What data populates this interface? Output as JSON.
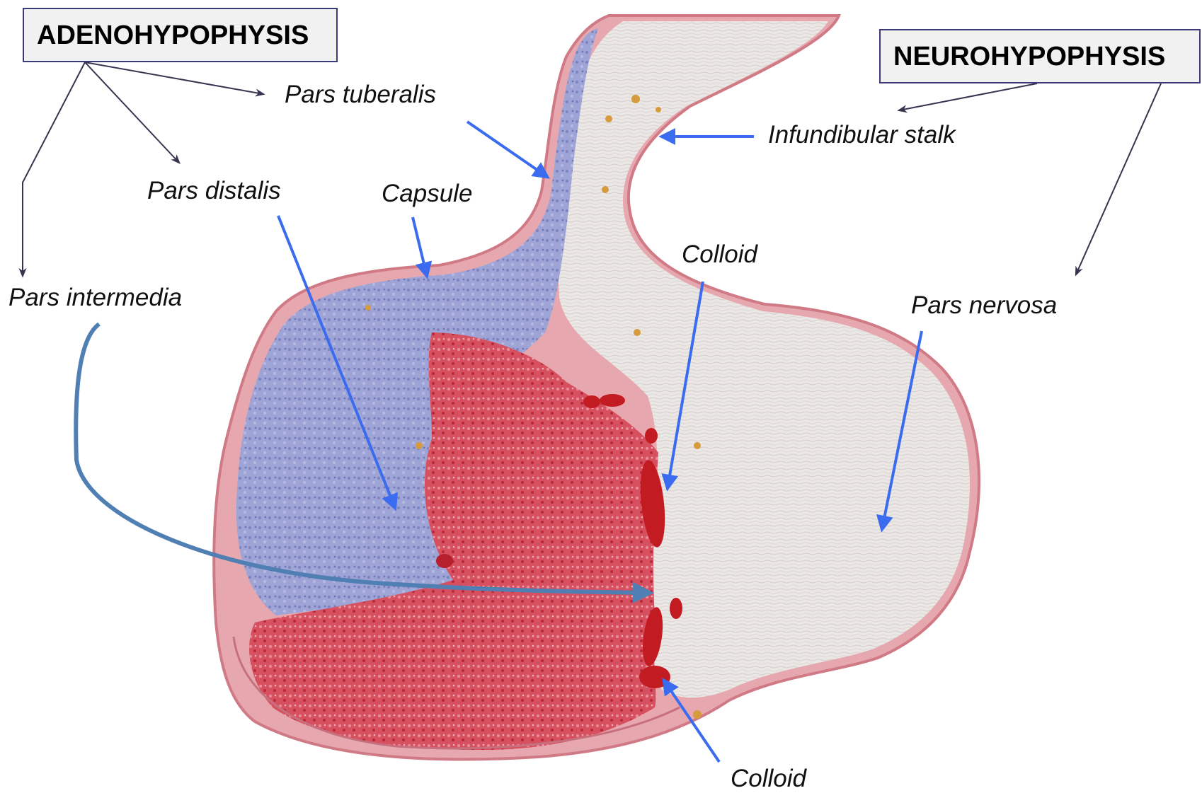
{
  "headers": {
    "adeno": "ADENOHYPOPHYSIS",
    "neuro": "NEUROHYPOPHYSIS"
  },
  "labels": {
    "pars_tuberalis": "Pars tuberalis",
    "infundibular_stalk": "Infundibular stalk",
    "pars_distalis": "Pars distalis",
    "capsule": "Capsule",
    "colloid_top": "Colloid",
    "pars_intermedia": "Pars intermedia",
    "pars_nervosa": "Pars nervosa",
    "colloid_bottom": "Colloid"
  },
  "colors": {
    "arrow_blue": "#3b6cf0",
    "arrow_dark": "#3a3350",
    "curve_arrow": "#4f7fb3",
    "adeno_blue_tissue": "#8f95cf",
    "adeno_red_tissue": "#d8485a",
    "neuro_tissue": "#ece8e6",
    "capsule_pink": "#d98a93",
    "colloid_red": "#c21c22"
  }
}
